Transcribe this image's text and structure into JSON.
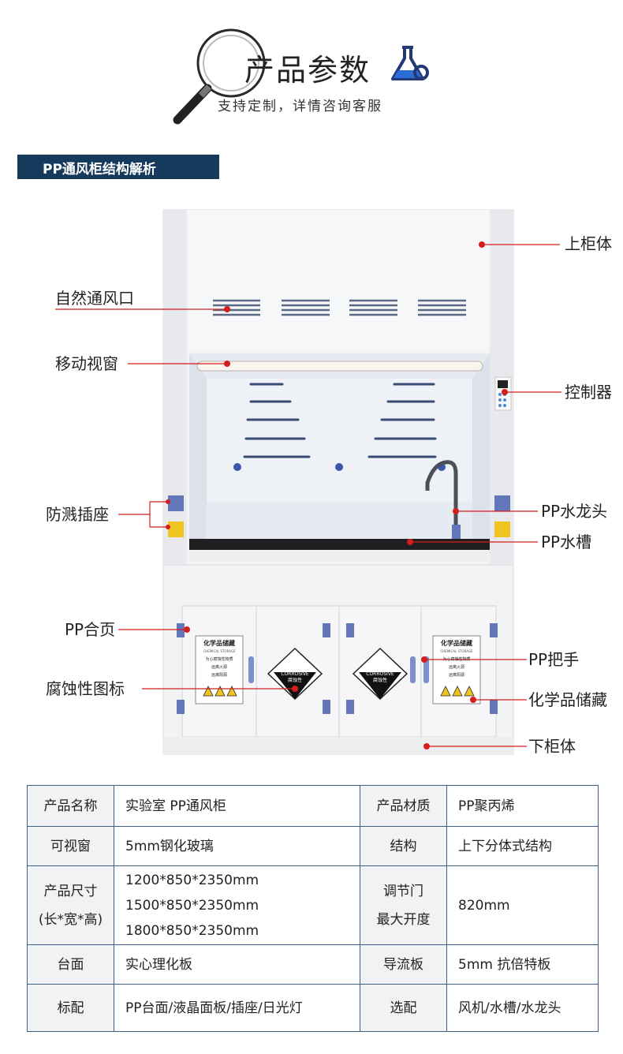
{
  "header": {
    "title": "产品参数",
    "subtitle": "支持定制，详情咨询客服",
    "magnifier_icon": "magnifier-icon",
    "flask_icon": "flask-icon"
  },
  "section": {
    "title": "PP通风柜结构解析"
  },
  "diagram": {
    "labels": {
      "upper_cabinet": "上柜体",
      "vent": "自然通风口",
      "sash": "移动视窗",
      "controller": "控制器",
      "socket": "防溅插座",
      "faucet": "PP水龙头",
      "sink": "PP水槽",
      "hinge": "PP合页",
      "handle": "PP把手",
      "corrosive_sign": "腐蚀性图标",
      "chemical_storage": "化学品储藏",
      "lower_cabinet": "下柜体"
    },
    "sign_left": {
      "title": "化学品储藏",
      "subtitle": "CHEMICAL STORAGE",
      "line1": "为心腐蚀性物质",
      "line2": "远离火源",
      "line3": "远离阳源"
    },
    "corrosive": {
      "en": "CORROSIVE",
      "cn": "腐蚀性"
    },
    "colors": {
      "leader_line": "#d41e1e",
      "cabinet": "#f1f2f4",
      "accent_blue": "#6177b9"
    }
  },
  "table": {
    "rows": [
      {
        "k1": "产品名称",
        "v1": "实验室 PP通风柜",
        "k2": "产品材质",
        "v2": "PP聚丙烯"
      },
      {
        "k1": "可视窗",
        "v1": "5mm钢化玻璃",
        "k2": "结构",
        "v2": "上下分体式结构"
      },
      {
        "k1a": "产品尺寸",
        "k1b": "(长*宽*高)",
        "v1a": "1200*850*2350mm",
        "v1b": "1500*850*2350mm",
        "v1c": "1800*850*2350mm",
        "k2a": "调节门",
        "k2b": "最大开度",
        "v2": "820mm"
      },
      {
        "k1": "台面",
        "v1": "实心理化板",
        "k2": "导流板",
        "v2": "5mm 抗倍特板"
      },
      {
        "k1": "标配",
        "v1": "PP台面/液晶面板/插座/日光灯",
        "k2": "选配",
        "v2": "风机/水槽/水龙头"
      }
    ]
  }
}
